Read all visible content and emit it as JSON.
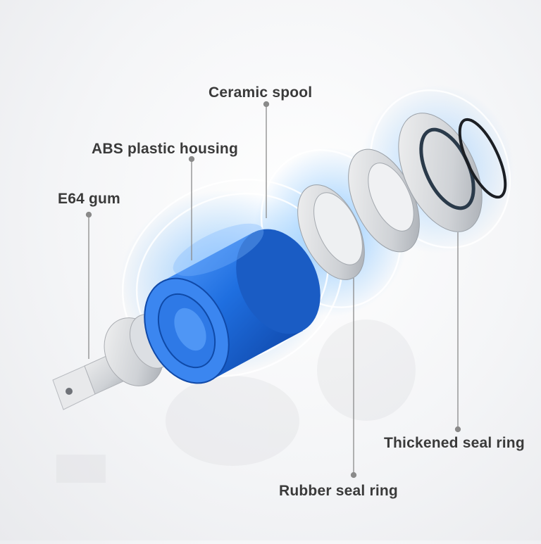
{
  "labels": {
    "ceramic_spool": "Ceramic spool",
    "abs_housing": "ABS plastic housing",
    "e64_gum": "E64 gum",
    "thickened_seal_ring": "Thickened seal ring",
    "rubber_seal_ring": "Rubber seal ring"
  },
  "colors": {
    "housing_blue": "#1f6fe0",
    "glow_blue": "#3aa0ff",
    "leader_line": "#8a8a8a",
    "label_text": "#3a3a3a"
  }
}
